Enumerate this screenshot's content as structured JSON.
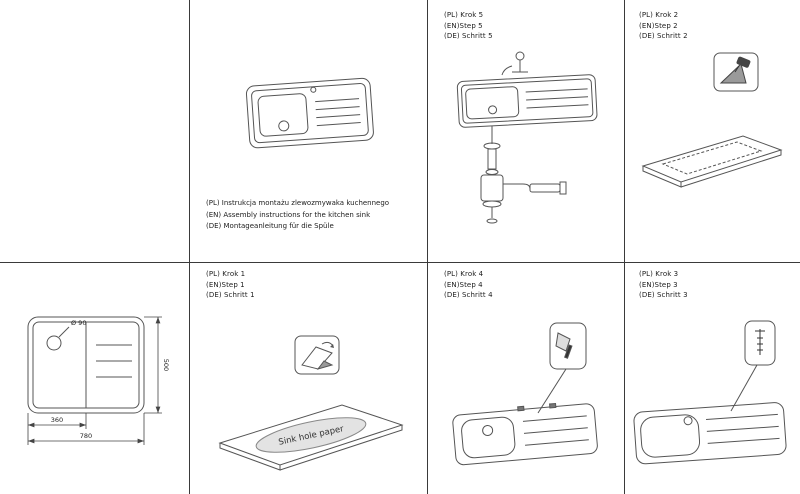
{
  "title_block": {
    "pl": "(PL)  Instrukcja montażu zlewozmywaka kuchennego",
    "en": "(EN) Assembly instructions for the kitchen sink",
    "de": "(DE) Montageanleitung  für die Spüle"
  },
  "steps": {
    "step1": {
      "pl": "(PL) Krok 1",
      "en": "(EN)Step 1",
      "de": "(DE) Schritt 1"
    },
    "step2": {
      "pl": "(PL) Krok 2",
      "en": "(EN)Step 2",
      "de": "(DE) Schritt 2"
    },
    "step3": {
      "pl": "(PL) Krok 3",
      "en": "(EN)Step 3",
      "de": "(DE) Schritt 3"
    },
    "step4": {
      "pl": "(PL) Krok 4",
      "en": "(EN)Step 4",
      "de": "(DE) Schritt 4"
    },
    "step5": {
      "pl": "(PL) Krok 5",
      "en": "(EN)Step 5",
      "de": "(DE) Schritt 5"
    }
  },
  "dimensions": {
    "drain_diameter": "Ø 90",
    "basin_width": "360",
    "overall_width": "780",
    "overall_depth": "500"
  },
  "labels": {
    "sink_hole_paper": "Sink hole paper"
  },
  "icons": {
    "step2_tool": "jigsaw-cut-icon",
    "step1_tool": "peel-sticker-icon",
    "step4_part": "mounting-clip-icon",
    "step3_part": "screw-icon"
  },
  "colors": {
    "background": "#ffffff",
    "grid_line": "#3a3a3a",
    "drawing_line": "#555555",
    "text": "#222222"
  }
}
